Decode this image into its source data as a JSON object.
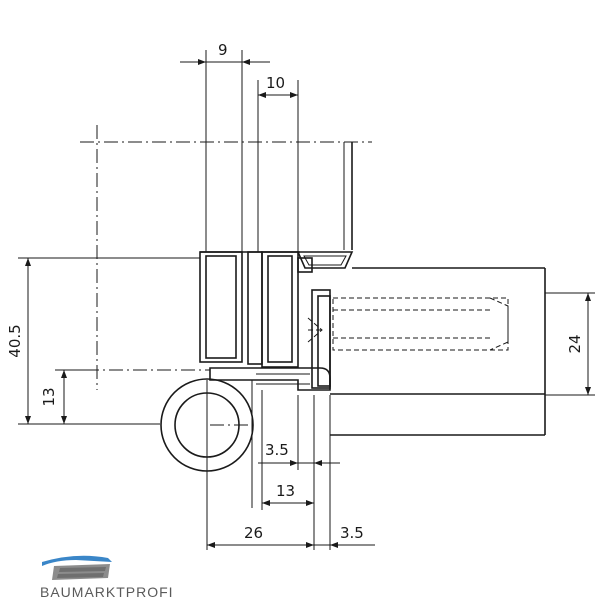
{
  "dimensions": {
    "top_width": "9",
    "top_inner": "10",
    "total_height": "40.5",
    "lower_height": "13",
    "right_height": "24",
    "bottom_gap_small": "3.5",
    "bottom_mid": "13",
    "bottom_width": "26",
    "bottom_gap_right": "3.5"
  },
  "brand": {
    "name": "BAUMARKTPROFI",
    "colors": {
      "accent": "#3a86c8",
      "gray": "#8c8c8c"
    }
  }
}
